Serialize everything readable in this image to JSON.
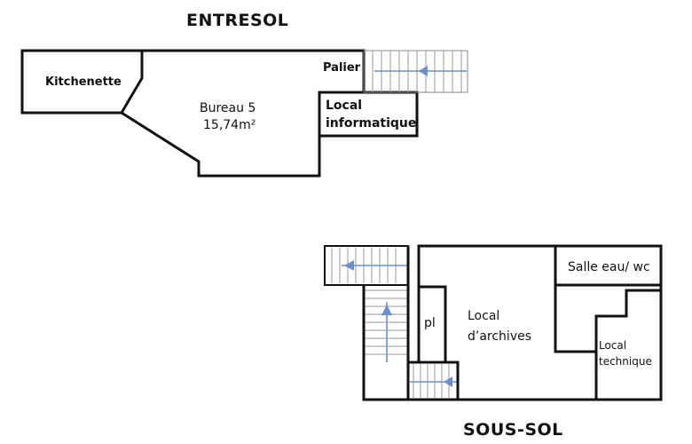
{
  "entresol": {
    "title": "ENTRESOL",
    "kitchenette": "Kitchenette",
    "bureau_name": "Bureau 5",
    "bureau_area": "15,74m²",
    "palier": "Palier",
    "local_informatique": "Local\ninformatique"
  },
  "sous_sol": {
    "title": "SOUS-SOL",
    "pl": "pl",
    "local_archives": "Local\nd’archives",
    "salle_eau_wc": "Salle eau/ wc",
    "local_technique": "Local\ntechnique"
  },
  "colors": {
    "wall": "#111111",
    "stair_arrow": "#6a8fd0",
    "stair_tread": "#9a9a9a"
  }
}
